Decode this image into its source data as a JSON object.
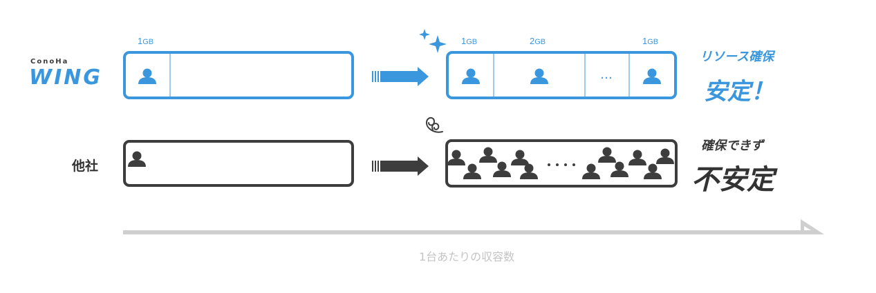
{
  "brand": {
    "small": "ConoHa",
    "main": "WING",
    "color": "#3a97dd"
  },
  "other_label": "他社",
  "units": {
    "gb": "GB"
  },
  "before": {
    "capacity_label_number": "1"
  },
  "after": {
    "capacity_label_numbers": [
      "1",
      "2",
      "1"
    ],
    "ellipsis": "…"
  },
  "result": {
    "good_caption": "リソース確保",
    "good_result": "安定！",
    "bad_caption": "確保できず",
    "bad_result": "不安定"
  },
  "axis": {
    "label": "1台あたりの収容数"
  },
  "colors": {
    "blue": "#3a97dd",
    "dark": "#3d3d3d",
    "grey_arrow": "#cfcfcf",
    "grey_text": "#c4c4c4"
  },
  "icons": [
    "user-icon",
    "sparkle-icon",
    "dizzy-swirl-icon",
    "arrow-right-icon"
  ]
}
